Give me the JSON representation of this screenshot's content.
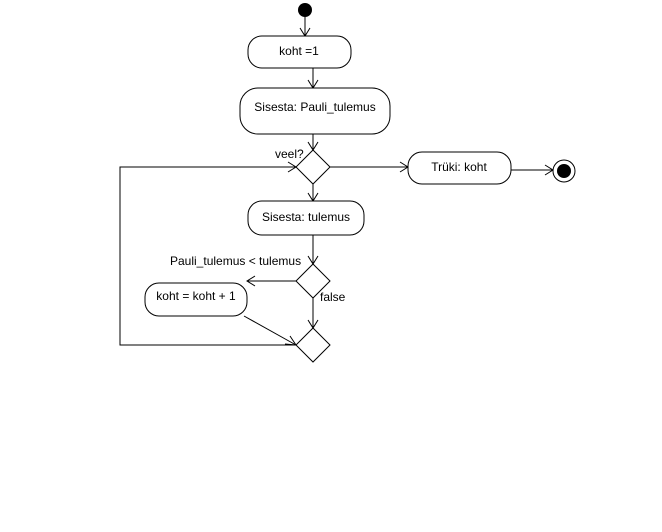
{
  "diagram": {
    "nodes": {
      "assign_koht": "koht =1",
      "input_pauli": "Sisesta: Pauli_tulemus",
      "input_tulemus": "Sisesta: tulemus",
      "increment_koht": "koht = koht + 1",
      "print_koht": "Trüki: koht"
    },
    "labels": {
      "loop_condition": "veel?",
      "compare_condition": "Pauli_tulemus < tulemus",
      "false_branch": "false"
    }
  }
}
